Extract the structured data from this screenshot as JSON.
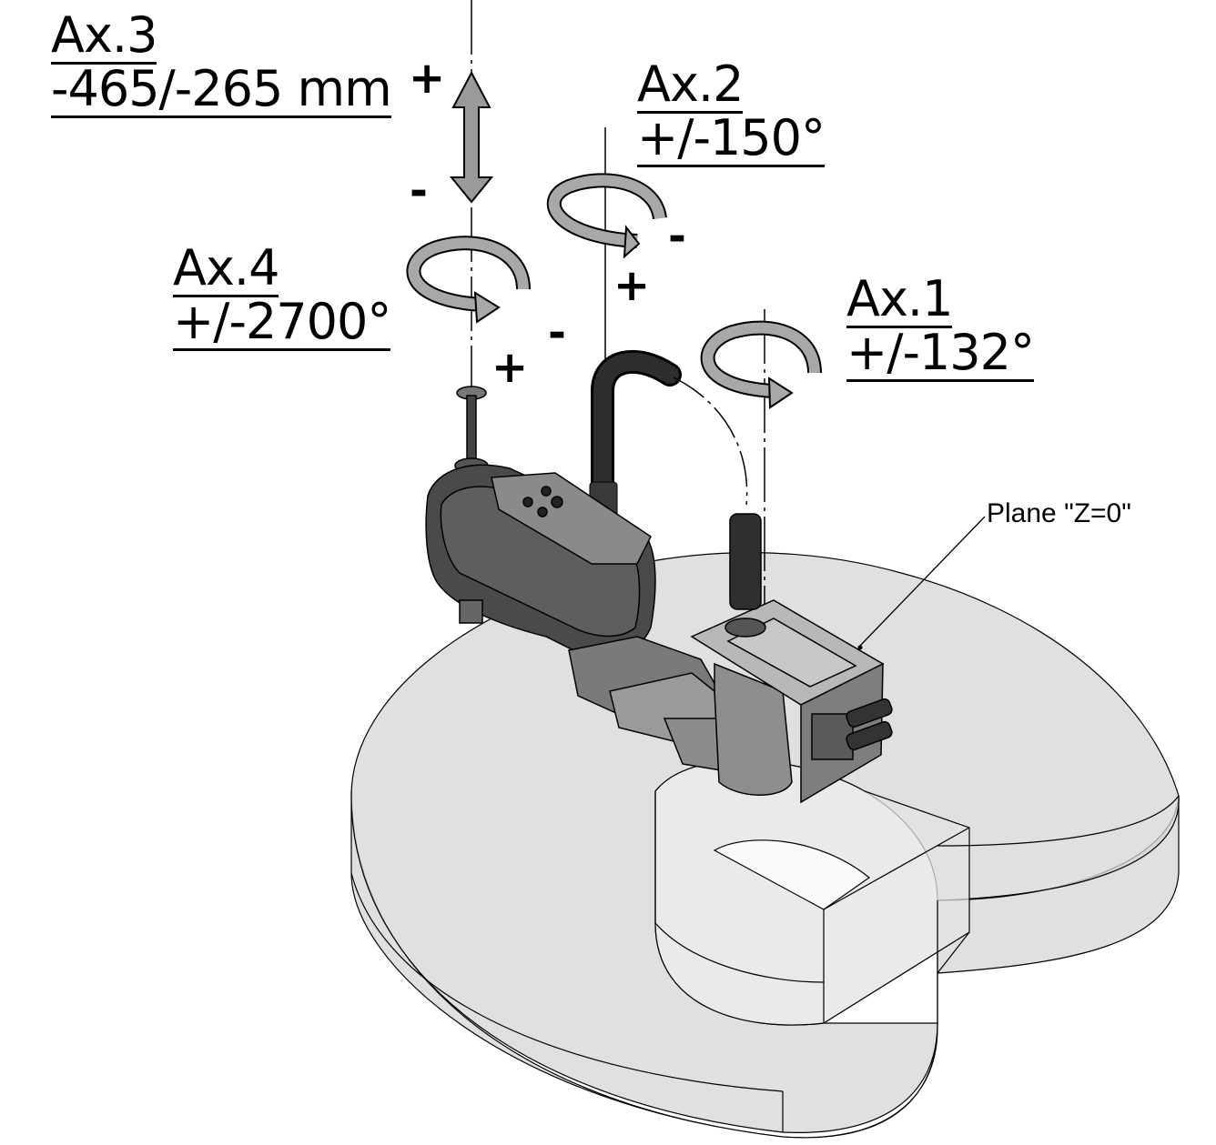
{
  "axes": {
    "ax1": {
      "name": "Ax.1",
      "range": "+/-132°"
    },
    "ax2": {
      "name": "Ax.2",
      "range": "+/-150°"
    },
    "ax3": {
      "name": "Ax.3",
      "range": "-465/-265 mm"
    },
    "ax4": {
      "name": "Ax.4",
      "range": "+/-2700°"
    }
  },
  "signs": {
    "plus": "+",
    "minus": "-"
  },
  "plane_label": "Plane  \"Z=0\"",
  "colors": {
    "workspace_fill": "#d4d4d4",
    "robot_dark": "#3a3a3a",
    "robot_mid": "#6b6b6b",
    "outline": "#000000"
  }
}
